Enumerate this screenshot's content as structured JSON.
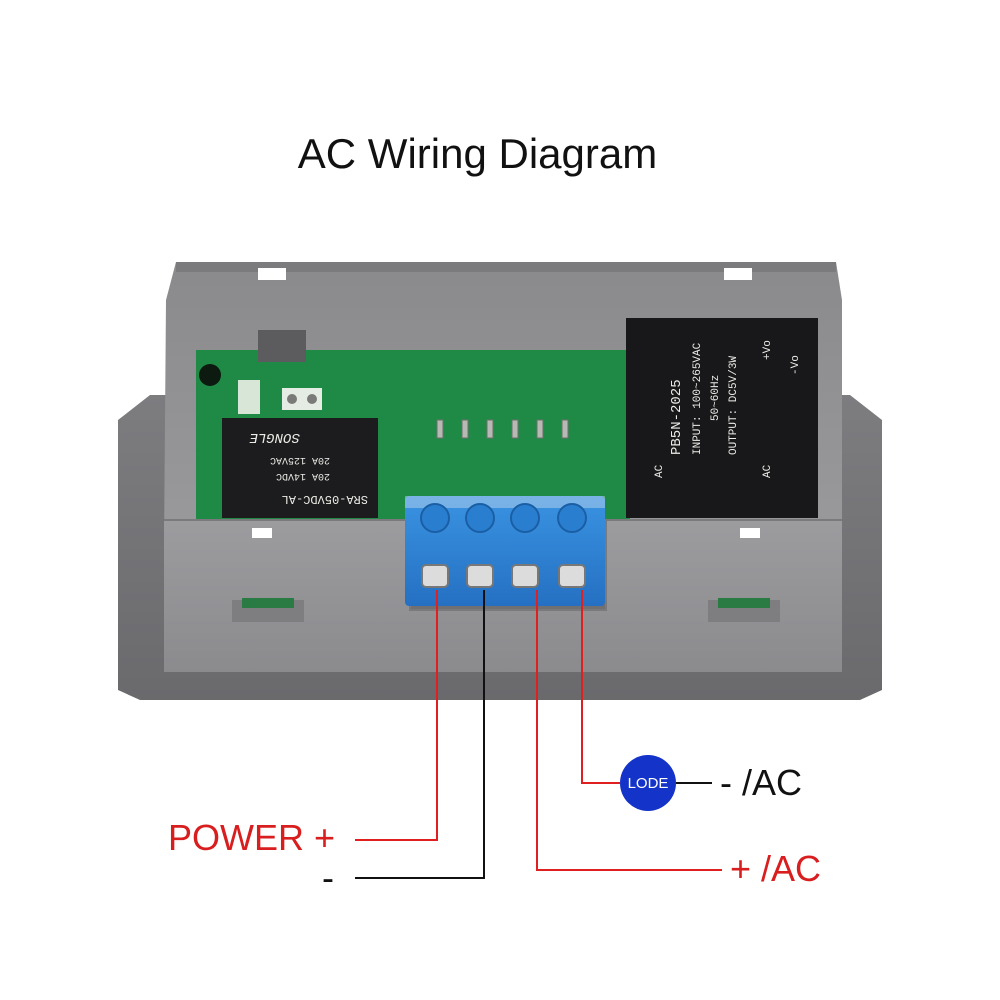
{
  "title": "AC Wiring Diagram",
  "labels": {
    "power_plus": "POWER +",
    "power_minus": "-",
    "ac_minus": "- /AC",
    "ac_plus": "+ /AC",
    "load": "LODE"
  },
  "relay": {
    "model": "SRA-05VDC-AL",
    "brand": "SONGLE",
    "rating_1": "20A 14VDC",
    "rating_2": "20A 125VAC"
  },
  "power_module": {
    "model": "PB5N-2025",
    "input": "INPUT: 100~265VAC",
    "freq": "50~60Hz",
    "output": "OUTPUT: DC5V/3W",
    "vo_plus": "+Vo",
    "vo_minus": "-Vo",
    "ac_1": "AC",
    "ac_2": "AC"
  },
  "colors": {
    "housing": "#878789",
    "pcb": "#1f8a45",
    "terminal_block": "#2f86d8",
    "wire_red": "#e02020",
    "wire_black": "#111111",
    "label_red": "#d81e1e",
    "load_badge": "#1433c8"
  }
}
